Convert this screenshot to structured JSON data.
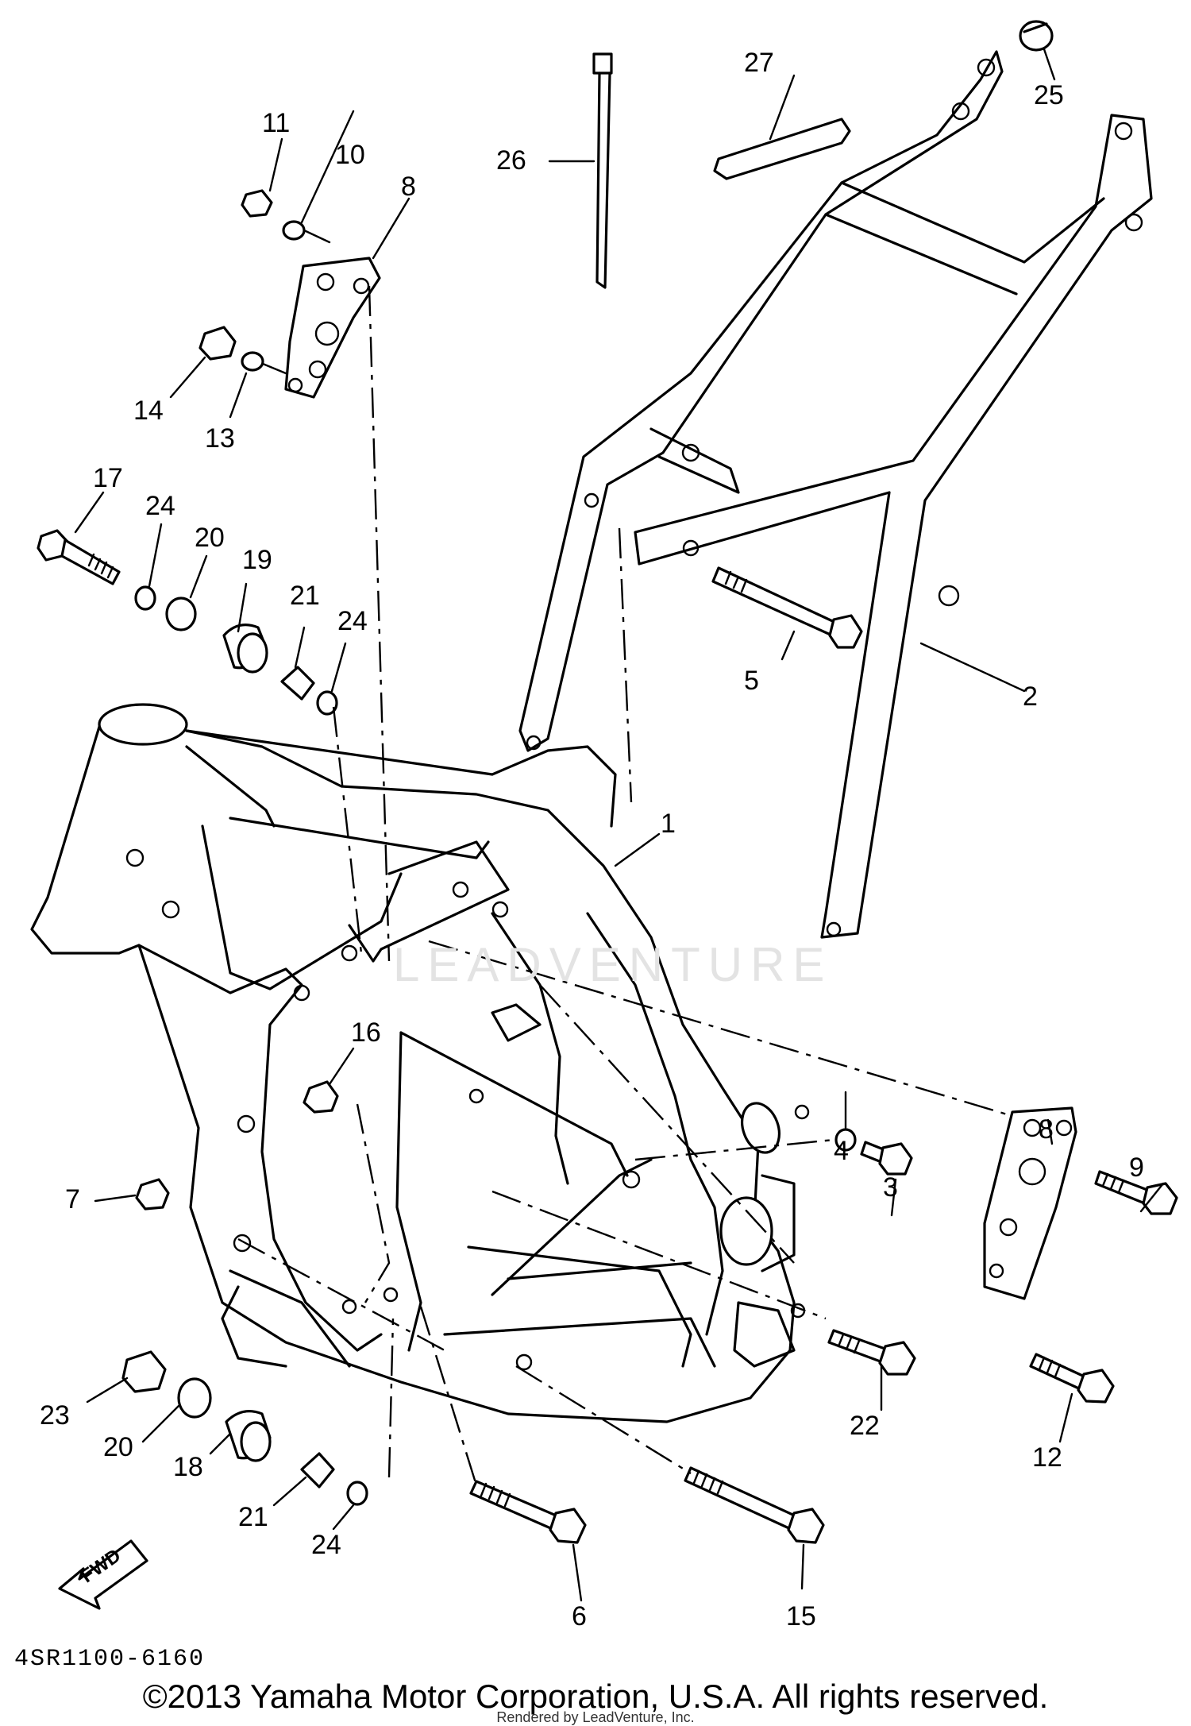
{
  "diagram": {
    "part_labels": [
      "1",
      "2",
      "3",
      "4",
      "5",
      "6",
      "7",
      "8",
      "8",
      "9",
      "10",
      "11",
      "12",
      "13",
      "14",
      "15",
      "16",
      "17",
      "18",
      "19",
      "20",
      "20",
      "21",
      "21",
      "22",
      "23",
      "24",
      "24",
      "24",
      "25",
      "26",
      "27"
    ],
    "direction_label": "FWD",
    "diagram_code": "4SR1100-6160",
    "watermark": "LEADVENTURE"
  },
  "footer": {
    "copyright": "©2013 Yamaha Motor Corporation, U.S.A. All rights reserved.",
    "rendered_by": "Rendered by LeadVenture, Inc."
  }
}
